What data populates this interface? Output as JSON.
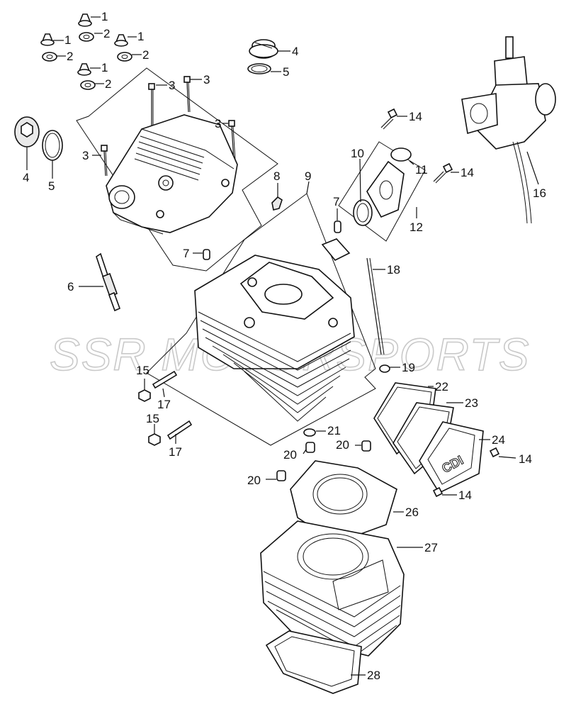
{
  "watermark": "SSR MOTORSPORTS",
  "callouts": [
    {
      "id": "c1a",
      "text": "1"
    },
    {
      "id": "c2a",
      "text": "2"
    },
    {
      "id": "c1b",
      "text": "1"
    },
    {
      "id": "c2b",
      "text": "2"
    },
    {
      "id": "c1c",
      "text": "1"
    },
    {
      "id": "c2c",
      "text": "2"
    },
    {
      "id": "c1d",
      "text": "1"
    },
    {
      "id": "c2d",
      "text": "2"
    },
    {
      "id": "c3a",
      "text": "3"
    },
    {
      "id": "c3b",
      "text": "3"
    },
    {
      "id": "c3c",
      "text": "3"
    },
    {
      "id": "c3d",
      "text": "3"
    },
    {
      "id": "c4a",
      "text": "4"
    },
    {
      "id": "c5a",
      "text": "5"
    },
    {
      "id": "c4b",
      "text": "4"
    },
    {
      "id": "c5b",
      "text": "5"
    },
    {
      "id": "c6",
      "text": "6"
    },
    {
      "id": "c7a",
      "text": "7"
    },
    {
      "id": "c7b",
      "text": "7"
    },
    {
      "id": "c8",
      "text": "8"
    },
    {
      "id": "c9",
      "text": "9"
    },
    {
      "id": "c10",
      "text": "10"
    },
    {
      "id": "c11",
      "text": "11"
    },
    {
      "id": "c12",
      "text": "12"
    },
    {
      "id": "c14a",
      "text": "14"
    },
    {
      "id": "c14b",
      "text": "14"
    },
    {
      "id": "c14c",
      "text": "14"
    },
    {
      "id": "c14d",
      "text": "14"
    },
    {
      "id": "c15a",
      "text": "15"
    },
    {
      "id": "c15b",
      "text": "15"
    },
    {
      "id": "c16",
      "text": "16"
    },
    {
      "id": "c17a",
      "text": "17"
    },
    {
      "id": "c17b",
      "text": "17"
    },
    {
      "id": "c18",
      "text": "18"
    },
    {
      "id": "c19",
      "text": "19"
    },
    {
      "id": "c20a",
      "text": "20"
    },
    {
      "id": "c20b",
      "text": "20"
    },
    {
      "id": "c20c",
      "text": "20"
    },
    {
      "id": "c21",
      "text": "21"
    },
    {
      "id": "c22",
      "text": "22"
    },
    {
      "id": "c23",
      "text": "23"
    },
    {
      "id": "c24",
      "text": "24"
    },
    {
      "id": "c26",
      "text": "26"
    },
    {
      "id": "c27",
      "text": "27"
    },
    {
      "id": "c28",
      "text": "28"
    }
  ],
  "cover_mark": "CDI"
}
